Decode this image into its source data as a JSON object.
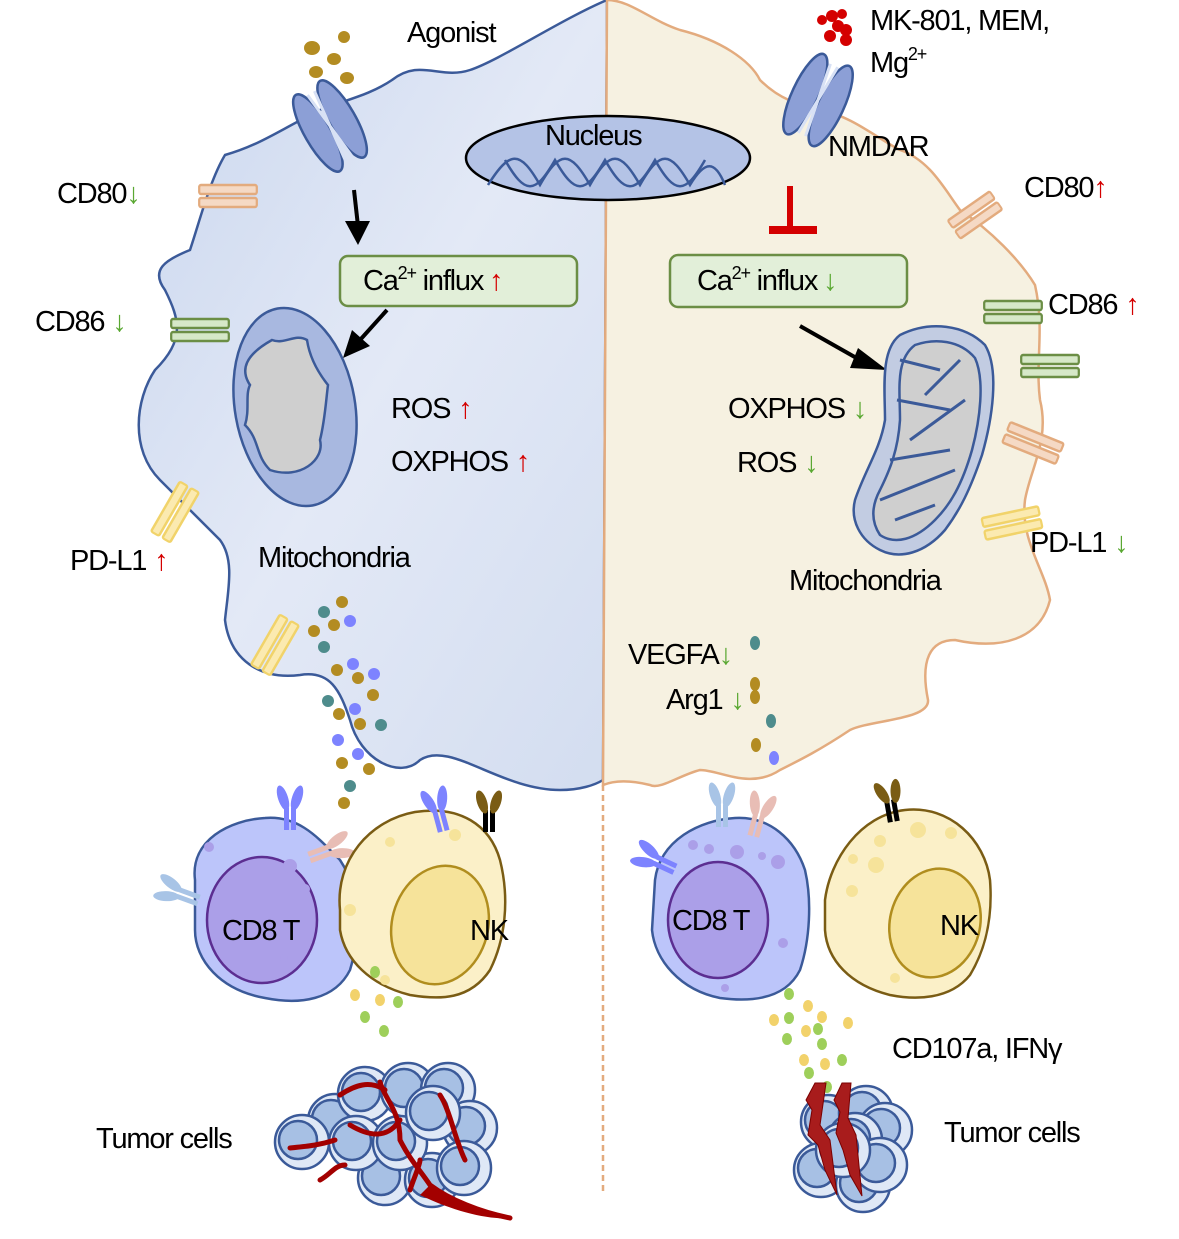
{
  "colors": {
    "left_cell_fill": "#dbe3f3",
    "left_cell_stroke": "#3b5a99",
    "right_cell_fill": "#f6f1e1",
    "right_cell_stroke": "#e3ab7e",
    "up_arrow": "#d40000",
    "down_arrow": "#5aa832",
    "inhibit": "#d40000",
    "ca_box_fill": "#e2efd9",
    "ca_box_stroke": "#6b8e45",
    "vessel": "#a30000"
  },
  "left": {
    "ligand_label": "Agonist",
    "nucleus_label": "Nucleus",
    "ca_influx": {
      "base": "Ca",
      "sup": "2+",
      "text": " influx",
      "arrow": "↑",
      "direction": "up"
    },
    "markers": [
      {
        "name": "CD80",
        "arrow": "↓",
        "direction": "down"
      },
      {
        "name": "CD86",
        "arrow": "↓",
        "direction": "down"
      },
      {
        "name": "PD-L1",
        "arrow": "↑",
        "direction": "up"
      }
    ],
    "metabolism": [
      {
        "name": "ROS",
        "arrow": "↑",
        "direction": "up"
      },
      {
        "name": "OXPHOS",
        "arrow": "↑",
        "direction": "up"
      }
    ],
    "mitochondria_label": "Mitochondria",
    "cd8_label": "CD8 T",
    "nk_label": "NK",
    "tumor_label": "Tumor cells"
  },
  "right": {
    "antagonist_label_line1": "MK-801, MEM,",
    "antagonist_label_line2_base": "Mg",
    "antagonist_label_line2_sup": "2+",
    "receptor_label": "NMDAR",
    "ca_influx": {
      "base": "Ca",
      "sup": "2+",
      "text": " influx",
      "arrow": "↓",
      "direction": "down"
    },
    "markers": [
      {
        "name": "CD80",
        "arrow": "↑",
        "direction": "up"
      },
      {
        "name": "CD86",
        "arrow": "↑",
        "direction": "up"
      },
      {
        "name": "PD-L1",
        "arrow": "↓",
        "direction": "down"
      }
    ],
    "metabolism": [
      {
        "name": "OXPHOS",
        "arrow": "↓",
        "direction": "down"
      },
      {
        "name": "ROS",
        "arrow": "↓",
        "direction": "down"
      }
    ],
    "secreted": [
      {
        "name": "VEGFA",
        "arrow": "↓",
        "direction": "down"
      },
      {
        "name": "Arg1",
        "arrow": "↓",
        "direction": "down"
      }
    ],
    "mitochondria_label": "Mitochondria",
    "cd8_label": "CD8 T",
    "nk_label": "NK",
    "cytotoxic_label": "CD107a, IFNγ",
    "tumor_label": "Tumor cells"
  }
}
